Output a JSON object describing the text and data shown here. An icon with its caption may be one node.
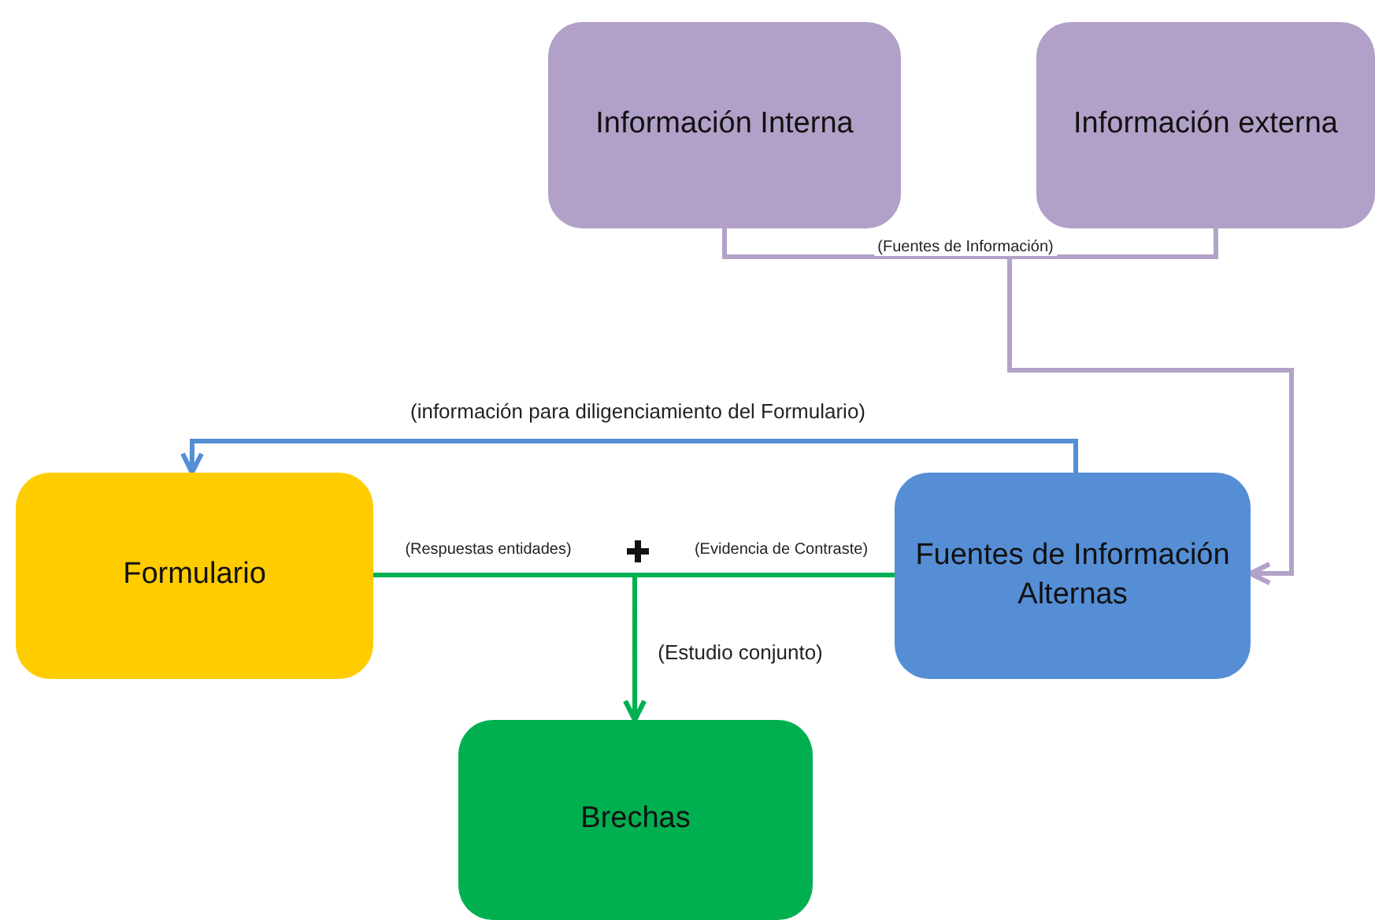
{
  "diagram": {
    "nodes": [
      {
        "text": [
          "Información Interna"
        ]
      },
      {
        "text": [
          "Información externa"
        ]
      },
      {
        "text": [
          "Formulario"
        ]
      },
      {
        "text": [
          "Fuentes de Información Alternas"
        ]
      },
      {
        "text": [
          "Brechas"
        ]
      }
    ],
    "edges": [
      {
        "from": 0,
        "to": 3,
        "arrow": "to",
        "label": "(Fuentes de Información)",
        "color": "#b3a2c7"
      },
      {
        "from": 1,
        "to": 3,
        "arrow": "to",
        "color": "#b3a2c7"
      },
      {
        "from": 3,
        "to": 2,
        "arrow": "to",
        "label": "(información para diligenciamiento del Formulario)",
        "color": "#558ed5"
      },
      {
        "from": 2,
        "to": 4,
        "arrow": "to",
        "label": "(Respuestas entidades)",
        "color": "#00b050"
      },
      {
        "from": 3,
        "to": 4,
        "arrow": "to",
        "label": "(Evidencia de Contraste)",
        "color": "#00b050"
      }
    ],
    "labels": [
      "(Estudio conjunto)"
    ]
  }
}
